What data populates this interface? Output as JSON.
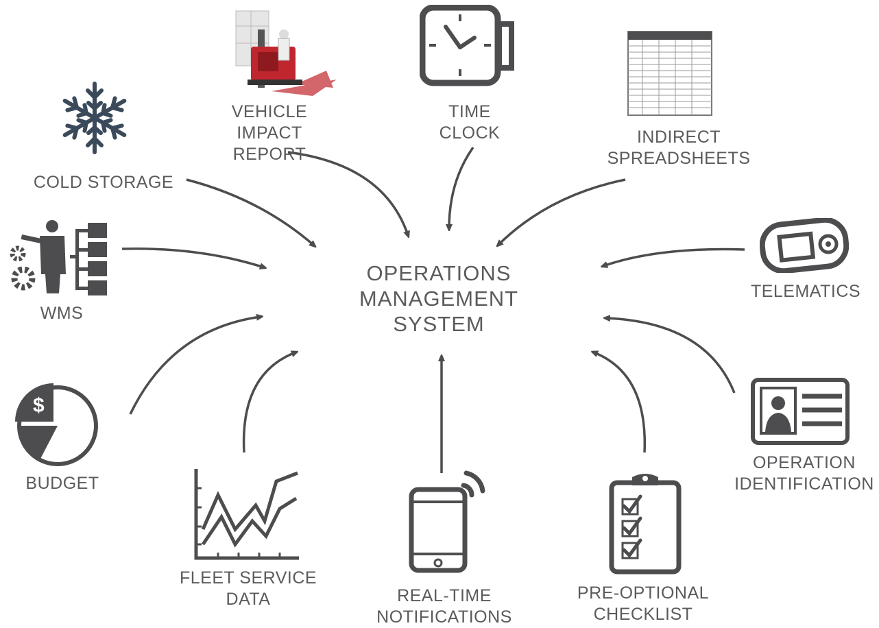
{
  "center": {
    "lines": [
      "OPERATIONS",
      "MANAGEMENT",
      "SYSTEM"
    ]
  },
  "nodes": {
    "cold_storage": {
      "lines": [
        "COLD STORAGE"
      ],
      "icon": "snowflake-icon"
    },
    "vehicle_impact": {
      "lines": [
        "VEHICLE",
        "IMPACT",
        "REPORT"
      ],
      "icon": "forklift-photo"
    },
    "time_clock": {
      "lines": [
        "TIME",
        "CLOCK"
      ],
      "icon": "clock-icon"
    },
    "spreadsheets": {
      "lines": [
        "INDIRECT",
        "SPREADSHEETS"
      ],
      "icon": "spreadsheet-icon"
    },
    "wms": {
      "lines": [
        "WMS"
      ],
      "icon": "manager-hierarchy-icon"
    },
    "telematics": {
      "lines": [
        "TELEMATICS"
      ],
      "icon": "telematics-device-icon"
    },
    "budget": {
      "lines": [
        "BUDGET"
      ],
      "icon": "budget-pie-icon"
    },
    "fleet": {
      "lines": [
        "FLEET SERVICE",
        "DATA"
      ],
      "icon": "line-chart-icon"
    },
    "notifications": {
      "lines": [
        "REAL-TIME",
        "NOTIFICATIONS"
      ],
      "icon": "smartphone-icon"
    },
    "checklist": {
      "lines": [
        "PRE-OPTIONAL",
        "CHECKLIST"
      ],
      "icon": "clipboard-checklist-icon"
    },
    "identification": {
      "lines": [
        "OPERATION",
        "IDENTIFICATION"
      ],
      "icon": "id-card-icon"
    }
  },
  "colors": {
    "icon": "#4d4d4f",
    "text": "#5a5b5d",
    "accent": "#c0262d"
  }
}
